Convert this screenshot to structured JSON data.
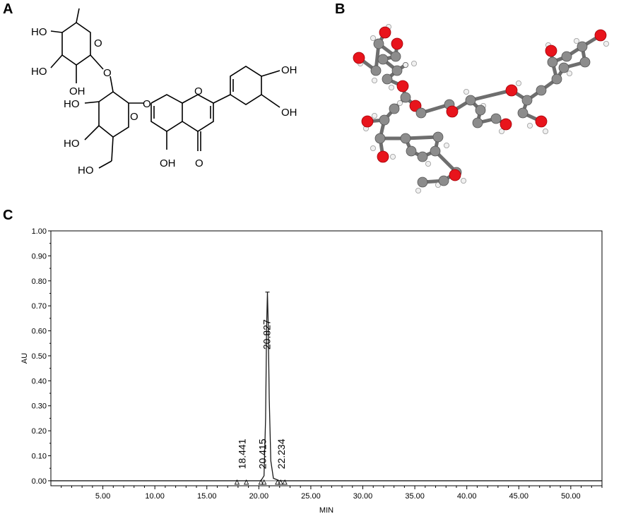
{
  "panels": {
    "a": {
      "letter": "A"
    },
    "b": {
      "letter": "B"
    },
    "c": {
      "letter": "C"
    }
  },
  "structure_labels": {
    "ho_top": "HO",
    "ho_mid": "HO",
    "oh_rha": "OH",
    "ho_glc": "HO",
    "ho_glc2": "HO",
    "ho_ch2": "HO",
    "oh_a": "OH",
    "o_keto": "O",
    "oh_b1": "OH",
    "oh_b2": "OH",
    "o_ring_rha": "O",
    "o_link1": "O",
    "o_link2": "O",
    "o_ring_glc": "O",
    "o_ring_c": "O"
  },
  "colors": {
    "carbon": "#8c8c8c",
    "oxygen": "#e8141c",
    "hydrogen": "#f0f0f0",
    "trace": "#1a1a1a"
  },
  "chart_data": {
    "type": "line",
    "xlabel": "MIN",
    "ylabel": "AU",
    "xlim": [
      0,
      53
    ],
    "ylim": [
      -0.02,
      1.0
    ],
    "x_ticks": [
      "5.00",
      "10.00",
      "15.00",
      "20.00",
      "25.00",
      "30.00",
      "35.00",
      "40.00",
      "45.00",
      "50.00"
    ],
    "y_ticks": [
      "0.00",
      "0.10",
      "0.20",
      "0.30",
      "0.40",
      "0.50",
      "0.60",
      "0.70",
      "0.80",
      "0.90",
      "1.00"
    ],
    "grid": false,
    "peak_labels": [
      {
        "text": "18.441",
        "x": 18.441,
        "y": 0.0
      },
      {
        "text": "20.415",
        "x": 20.415,
        "y": 0.0
      },
      {
        "text": "20.827",
        "x": 20.827,
        "y": 0.755
      },
      {
        "text": "22.234",
        "x": 22.234,
        "y": 0.0
      }
    ],
    "peak_markers_x": [
      17.9,
      18.8,
      20.2,
      20.5,
      21.8,
      22.1,
      22.5
    ],
    "series": [
      {
        "x": [
          0.0,
          17.0,
          20.2,
          20.5,
          20.65,
          20.75,
          20.827,
          20.9,
          21.0,
          21.15,
          21.4,
          22.0,
          53.0
        ],
        "y": [
          0.0,
          0.0,
          0.0,
          0.02,
          0.25,
          0.62,
          0.755,
          0.63,
          0.33,
          0.08,
          0.01,
          0.0,
          0.0
        ]
      }
    ]
  }
}
